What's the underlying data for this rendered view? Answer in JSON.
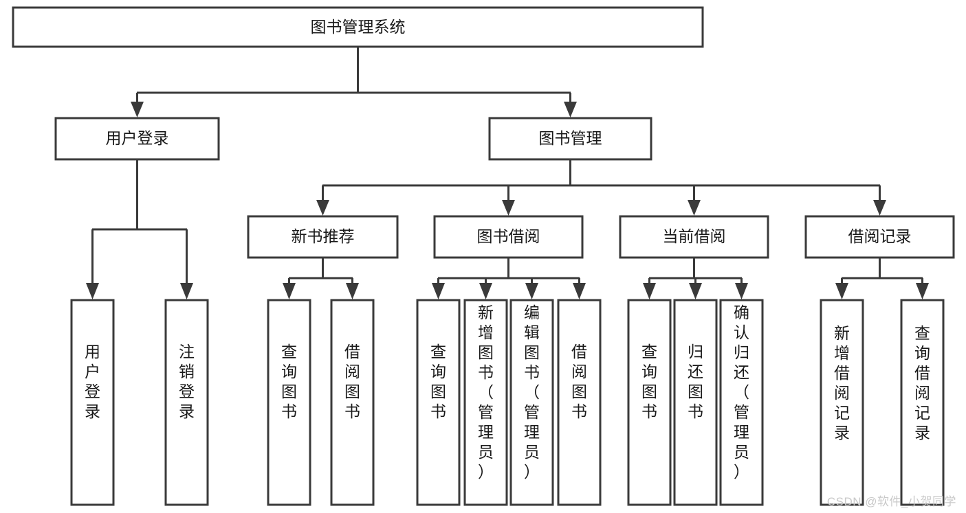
{
  "diagram": {
    "title": "图书管理系统",
    "type": "tree-hierarchy-chart",
    "watermark": "CSDN @软件_小贺同学",
    "colors": {
      "background": "#ffffff",
      "stroke": "#3a3a3a",
      "box_fill": "#ffffff",
      "text": "#1a1a1a",
      "watermark": "#c9c9c9"
    },
    "root": {
      "id": "root",
      "label": "图书管理系统"
    },
    "level2": [
      {
        "id": "user-login",
        "label": "用户登录"
      },
      {
        "id": "book-management",
        "label": "图书管理"
      }
    ],
    "level3": [
      {
        "id": "new-book-recommend",
        "label": "新书推荐",
        "parent": "book-management"
      },
      {
        "id": "book-borrow",
        "label": "图书借阅",
        "parent": "book-management"
      },
      {
        "id": "current-borrow",
        "label": "当前借阅",
        "parent": "book-management"
      },
      {
        "id": "borrow-record",
        "label": "借阅记录",
        "parent": "book-management"
      }
    ],
    "leaves": [
      {
        "id": "leaf-user-login",
        "label": "用户登录",
        "parent": "user-login"
      },
      {
        "id": "leaf-logout",
        "label": "注销登录",
        "parent": "user-login"
      },
      {
        "id": "leaf-query-book-1",
        "label": "查询图书",
        "parent": "new-book-recommend"
      },
      {
        "id": "leaf-borrow-book-1",
        "label": "借阅图书",
        "parent": "new-book-recommend"
      },
      {
        "id": "leaf-query-book-2",
        "label": "查询图书",
        "parent": "book-borrow"
      },
      {
        "id": "leaf-add-book",
        "label": "新增图书（管理员）",
        "parent": "book-borrow"
      },
      {
        "id": "leaf-edit-book",
        "label": "编辑图书（管理员）",
        "parent": "book-borrow"
      },
      {
        "id": "leaf-borrow-book-2",
        "label": "借阅图书",
        "parent": "book-borrow"
      },
      {
        "id": "leaf-query-book-3",
        "label": "查询图书",
        "parent": "current-borrow"
      },
      {
        "id": "leaf-return-book",
        "label": "归还图书",
        "parent": "current-borrow"
      },
      {
        "id": "leaf-confirm-return",
        "label": "确认归还（管理员）",
        "parent": "current-borrow"
      },
      {
        "id": "leaf-add-record",
        "label": "新增借阅记录",
        "parent": "borrow-record"
      },
      {
        "id": "leaf-query-record",
        "label": "查询借阅记录",
        "parent": "borrow-record"
      }
    ]
  }
}
